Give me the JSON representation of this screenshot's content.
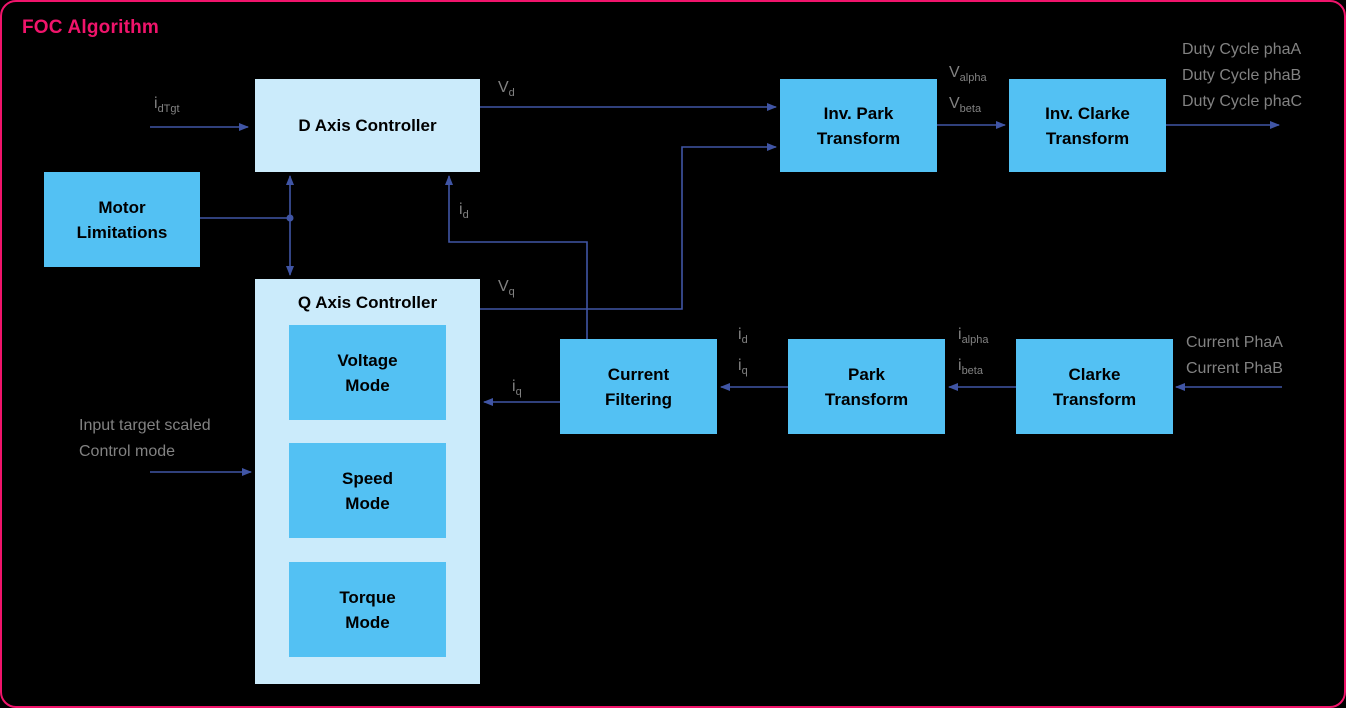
{
  "title": "FOC Algorithm",
  "colors": {
    "background": "#000000",
    "border": "#F0146B",
    "title_text": "#F0146B",
    "block_light": "#CBEBFB",
    "block_medium": "#53C1F3",
    "wire": "#4055A5",
    "signal_text": "#828282",
    "block_text": "#000000"
  },
  "blocks": {
    "d_axis_controller": {
      "lines": [
        "D Axis Controller"
      ]
    },
    "motor_limitations": {
      "lines": [
        "Motor",
        "Limitations"
      ]
    },
    "q_axis_controller": {
      "lines": [
        "Q Axis Controller"
      ]
    },
    "voltage_mode": {
      "lines": [
        "Voltage",
        "Mode"
      ]
    },
    "speed_mode": {
      "lines": [
        "Speed",
        "Mode"
      ]
    },
    "torque_mode": {
      "lines": [
        "Torque",
        "Mode"
      ]
    },
    "inv_park": {
      "lines": [
        "Inv. Park",
        "Transform"
      ]
    },
    "inv_clarke": {
      "lines": [
        "Inv. Clarke",
        "Transform"
      ]
    },
    "current_filtering": {
      "lines": [
        "Current",
        "Filtering"
      ]
    },
    "park": {
      "lines": [
        "Park",
        "Transform"
      ]
    },
    "clarke": {
      "lines": [
        "Clarke",
        "Transform"
      ]
    }
  },
  "signals": {
    "idtgt": {
      "base": "i",
      "sub": "dTgt"
    },
    "vd": {
      "base": "V",
      "sub": "d"
    },
    "vq": {
      "base": "V",
      "sub": "q"
    },
    "valpha": {
      "base": "V",
      "sub": "alpha"
    },
    "vbeta": {
      "base": "V",
      "sub": "beta"
    },
    "id": {
      "base": "i",
      "sub": "d"
    },
    "iq": {
      "base": "i",
      "sub": "q"
    },
    "ialpha": {
      "base": "i",
      "sub": "alpha"
    },
    "ibeta": {
      "base": "i",
      "sub": "beta"
    }
  },
  "io": {
    "duty_a": "Duty Cycle phaA",
    "duty_b": "Duty Cycle phaB",
    "duty_c": "Duty Cycle phaC",
    "current_a": "Current PhaA",
    "current_b": "Current PhaB",
    "input_target": "Input target scaled",
    "control_mode": "Control mode"
  }
}
